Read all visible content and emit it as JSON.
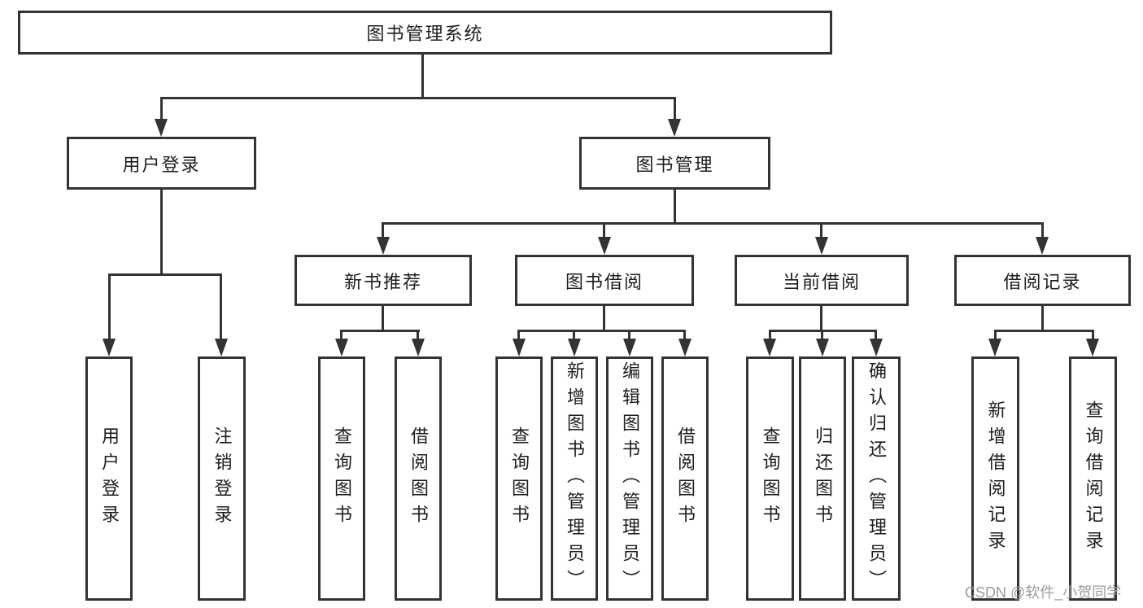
{
  "nodes": {
    "root": {
      "label": "图书管理系统"
    },
    "login": {
      "label": "用户登录"
    },
    "management": {
      "label": "图书管理"
    },
    "recommend": {
      "label": "新书推荐"
    },
    "borrow": {
      "label": "图书借阅"
    },
    "current": {
      "label": "当前借阅"
    },
    "records": {
      "label": "借阅记录"
    }
  },
  "leaves": {
    "login": [
      "用户登录",
      "注销登录"
    ],
    "recommend": [
      "查询图书",
      "借阅图书"
    ],
    "borrow": [
      "查询图书",
      "新增图书（管理员）",
      "编辑图书（管理员）",
      "借阅图书"
    ],
    "current": [
      "查询图书",
      "归还图书",
      "确认归还（管理员）"
    ],
    "records": [
      "新增借阅记录",
      "查询借阅记录"
    ]
  },
  "watermark": "CSDN @软件_小贺同学",
  "colors": {
    "line": "#333333",
    "text": "#1d1d1d",
    "background": "#ffffff",
    "watermark": "#9c9c9c"
  }
}
